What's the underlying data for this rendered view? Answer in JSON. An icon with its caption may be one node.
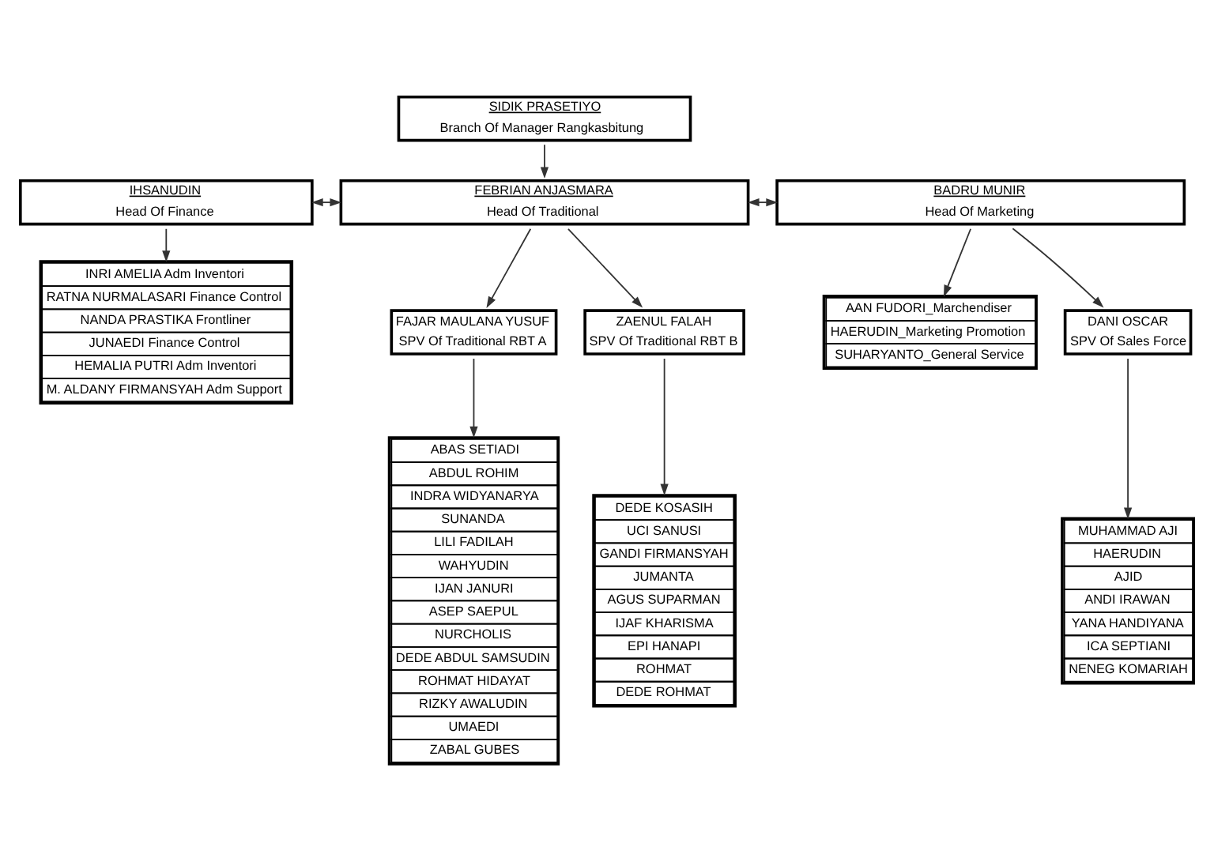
{
  "diagram": {
    "nodes": [
      {
        "text": [
          "SIDIK PRASETIYO",
          "Branch Of Manager Rangkasbitung"
        ]
      },
      {
        "text": [
          "IHSANUDIN",
          "Head Of Finance"
        ]
      },
      {
        "text": [
          "FEBRIAN ANJASMARA",
          "Head Of Traditional"
        ]
      },
      {
        "text": [
          "BADRU MUNIR",
          "Head Of Marketing"
        ]
      },
      {
        "text": [
          "INRI AMELIA Adm Inventori",
          "RATNA NURMALASARI Finance Control",
          "NANDA PRASTIKA Frontliner",
          "JUNAEDI Finance Control",
          "HEMALIA PUTRI Adm Inventori",
          "M. ALDANY FIRMANSYAH Adm Support"
        ]
      },
      {
        "text": [
          "ZAENUL FALAH",
          "SPV Of Traditional RBT B"
        ]
      },
      {
        "text": [
          "FAJAR MAULANA YUSUF",
          "SPV Of Traditional RBT A"
        ]
      },
      {
        "text": [
          "DANI OSCAR",
          "SPV Of Sales Force"
        ]
      },
      {
        "text": [
          "AAN FUDORI_Marchendiser",
          "HAERUDIN_Marketing Promotion",
          "SUHARYANTO_General Service"
        ]
      },
      {
        "text": [
          "DEDE KOSASIH",
          "UCI SANUSI",
          "GANDI FIRMANSYAH",
          "JUMANTA",
          "AGUS SUPARMAN",
          "IJAF KHARISMA",
          "EPI HANAPI",
          "ROHMAT",
          "DEDE ROHMAT"
        ]
      },
      {
        "text": [
          "ABAS SETIADI",
          "ABDUL ROHIM",
          "INDRA WIDYANARYA",
          "SUNANDA",
          "LILI FADILAH",
          "WAHYUDIN",
          "IJAN JANURI",
          "ASEP SAEPUL",
          "NURCHOLIS",
          "DEDE ABDUL SAMSUDIN",
          "ROHMAT HIDAYAT",
          "RIZKY AWALUDIN",
          "UMAEDI",
          "ZABAL GUBES"
        ]
      },
      {
        "text": [
          "MUHAMMAD AJI",
          "HAERUDIN",
          "AJID",
          "ANDI IRAWAN",
          "YANA HANDIYANA",
          "ICA SEPTIANI",
          "NENEG KOMARIAH"
        ]
      }
    ],
    "edges": [
      {
        "from": 0,
        "to": 2,
        "arrow": "to"
      },
      {
        "from": 1,
        "to": 2,
        "arrow": "both"
      },
      {
        "from": 2,
        "to": 3,
        "arrow": "both"
      },
      {
        "from": 1,
        "to": 4,
        "arrow": "to"
      },
      {
        "from": 2,
        "to": 5,
        "arrow": "to"
      },
      {
        "from": 2,
        "to": 6,
        "arrow": "to"
      },
      {
        "from": 3,
        "to": 7,
        "arrow": "to"
      },
      {
        "from": 3,
        "to": 8,
        "arrow": "to"
      },
      {
        "from": 5,
        "to": 9,
        "arrow": "to"
      },
      {
        "from": 6,
        "to": 10,
        "arrow": "to"
      },
      {
        "from": 7,
        "to": 11,
        "arrow": "to"
      }
    ]
  }
}
